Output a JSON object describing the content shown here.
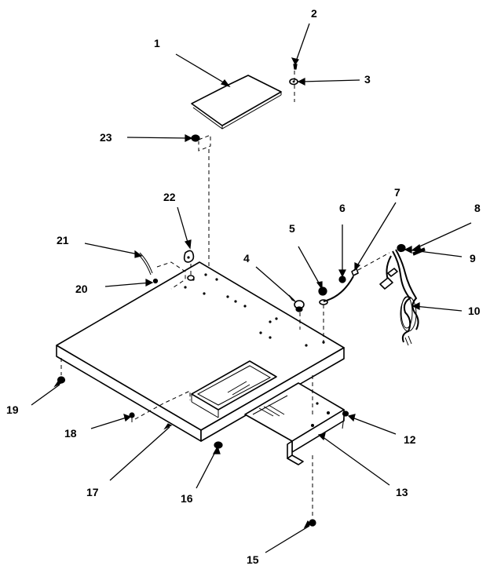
{
  "diagram": {
    "colors": {
      "line": "#000000",
      "background": "#ffffff"
    },
    "callouts": [
      {
        "id": "c1",
        "label": "1"
      },
      {
        "id": "c2",
        "label": "2"
      },
      {
        "id": "c3",
        "label": "3"
      },
      {
        "id": "c4",
        "label": "4"
      },
      {
        "id": "c5",
        "label": "5"
      },
      {
        "id": "c6",
        "label": "6"
      },
      {
        "id": "c7",
        "label": "7"
      },
      {
        "id": "c8",
        "label": "8"
      },
      {
        "id": "c9",
        "label": "9"
      },
      {
        "id": "c10",
        "label": "10"
      },
      {
        "id": "c12",
        "label": "12"
      },
      {
        "id": "c13",
        "label": "13"
      },
      {
        "id": "c15",
        "label": "15"
      },
      {
        "id": "c16",
        "label": "16"
      },
      {
        "id": "c17",
        "label": "17"
      },
      {
        "id": "c18",
        "label": "18"
      },
      {
        "id": "c19",
        "label": "19"
      },
      {
        "id": "c20",
        "label": "20"
      },
      {
        "id": "c21",
        "label": "21"
      },
      {
        "id": "c22",
        "label": "22"
      },
      {
        "id": "c23",
        "label": "23"
      }
    ]
  }
}
